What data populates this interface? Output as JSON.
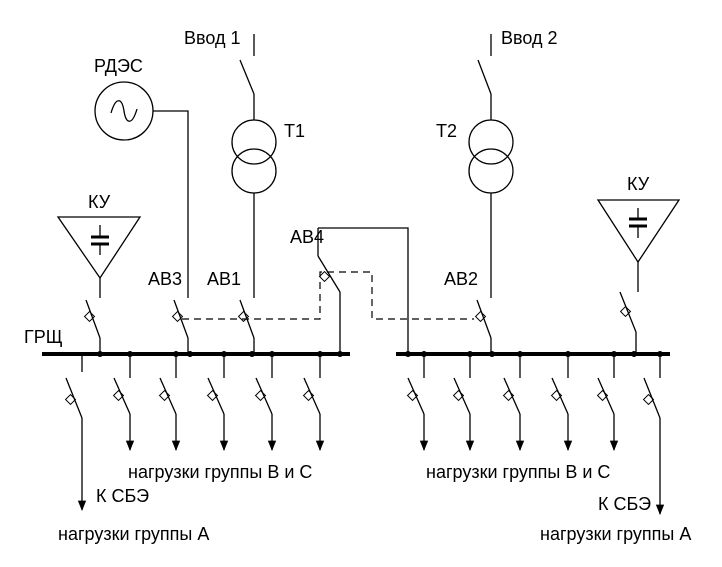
{
  "labels": {
    "vvod1": "Ввод 1",
    "vvod2": "Ввод 2",
    "rdes": "РДЭС",
    "t1": "Т1",
    "t2": "Т2",
    "ku_left": "КУ",
    "ku_right": "КУ",
    "av1": "АВ1",
    "av2": "АВ2",
    "av3": "АВ3",
    "av4": "АВ4",
    "grsch": "ГРЩ",
    "loads_bc_left": "нагрузки группы В и С",
    "loads_bc_right": "нагрузки группы В и С",
    "k_sbe_left": "К СБЭ",
    "k_sbe_right": "К СБЭ",
    "loads_a_left": "нагрузки группы А",
    "loads_a_right": "нагрузки группы А"
  },
  "icons": {
    "generator": "sine-wave-icon",
    "capacitor": "capacitor-icon",
    "transformer": "two-winding-transformer-icon",
    "breaker": "circuit-breaker-icon"
  }
}
